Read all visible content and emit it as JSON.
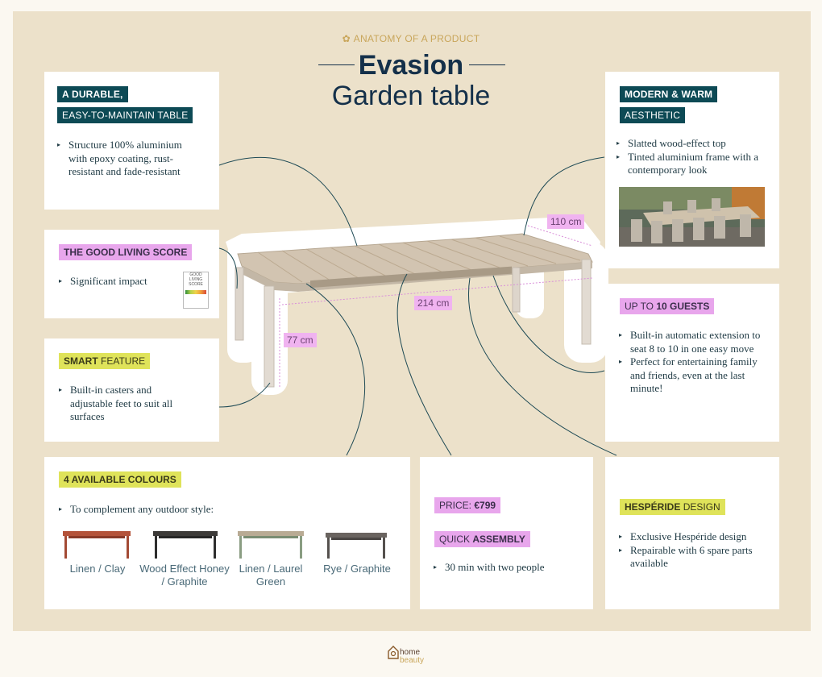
{
  "header": {
    "kicker": "ANATOMY OF A PRODUCT",
    "title": "Evasion",
    "subtitle": "Garden table"
  },
  "durable": {
    "tag1": "A DURABLE,",
    "tag2": "EASY-TO-MAINTAIN TABLE",
    "bullets": [
      "Structure 100% aluminium with epoxy coating, rust-resistant and fade-resistant"
    ]
  },
  "score": {
    "tag": "THE GOOD LIVING SCORE",
    "bullets": [
      "Significant impact"
    ],
    "badge_line1": "GOOD",
    "badge_line2": "LIVING",
    "badge_line3": "SCORE"
  },
  "smart": {
    "tag_bold": "SMART",
    "tag_rest": " FEATURE",
    "bullets": [
      "Built-in casters and adjustable feet to suit all surfaces"
    ]
  },
  "modern": {
    "tag1": "MODERN & WARM",
    "tag2": "AESTHETIC",
    "bullets": [
      "Slatted wood-effect top",
      "Tinted aluminium frame with a contemporary look"
    ]
  },
  "guests": {
    "tag_pre": "UP TO ",
    "tag_bold": "10 GUESTS",
    "bullets": [
      "Built-in automatic extension to seat 8 to 10 in one easy move",
      "Perfect for entertaining family and friends, even at the last minute!"
    ]
  },
  "colours": {
    "tag": "4 AVAILABLE COLOURS",
    "intro": "To complement any outdoor style:",
    "swatches": [
      {
        "label": "Linen / Clay",
        "top_color": "#b4533a",
        "frame_color": "#a34a34"
      },
      {
        "label": "Wood Effect Honey / Graphite",
        "top_color": "#3c3a38",
        "frame_color": "#2e2e2e"
      },
      {
        "label": "Linen / Laurel Green",
        "top_color": "#b9ab94",
        "frame_color": "#8a9d82"
      },
      {
        "label": "Rye / Graphite",
        "top_color": "#6a6460",
        "frame_color": "#55514e"
      }
    ]
  },
  "price": {
    "tag_pre": "PRICE: ",
    "tag_bold": "€799",
    "assembly_pre": "QUICK ",
    "assembly_bold": "ASSEMBLY",
    "bullets": [
      "30 min with two people"
    ]
  },
  "hesperide": {
    "tag_bold": "HESPÉRIDE",
    "tag_rest": " DESIGN",
    "bullets": [
      "Exclusive Hespéride design",
      "Repairable with 6 spare parts available"
    ]
  },
  "dimensions": {
    "depth": "110 cm",
    "length": "214 cm",
    "height": "77 cm"
  },
  "logo": {
    "line1": "home",
    "line2": "beauty"
  },
  "colors": {
    "dark_teal": "#0d4a55",
    "pink": "#e8a6ec",
    "yellow": "#dfe35a",
    "beige": "#ece1ca",
    "gold": "#c9a65b"
  }
}
